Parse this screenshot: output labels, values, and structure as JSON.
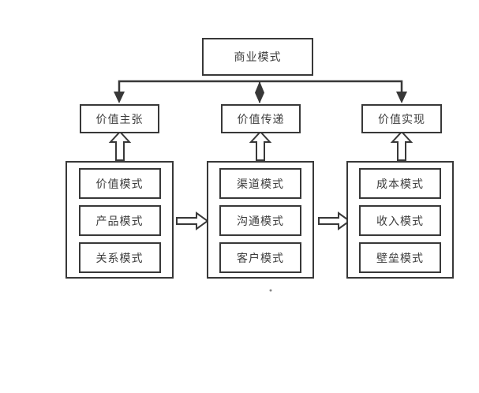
{
  "diagram": {
    "root": {
      "label": "商业模式"
    },
    "branches": [
      {
        "label": "价值主张",
        "items": [
          "价值模式",
          "产品模式",
          "关系模式"
        ]
      },
      {
        "label": "价值传递",
        "items": [
          "渠道模式",
          "沟通模式",
          "客户模式"
        ]
      },
      {
        "label": "价值实现",
        "items": [
          "成本模式",
          "收入模式",
          "壁垒模式"
        ]
      }
    ],
    "connectors": {
      "root_to_left": "filled-down-arrow",
      "root_to_middle": "filled-double-vertical-arrow",
      "root_to_right": "filled-down-arrow",
      "group_to_branch": "hollow-up-arrow",
      "group_to_group": "hollow-right-arrow"
    },
    "colors": {
      "stroke": "#383838",
      "text": "#3d3d3d",
      "background": "#ffffff"
    }
  }
}
